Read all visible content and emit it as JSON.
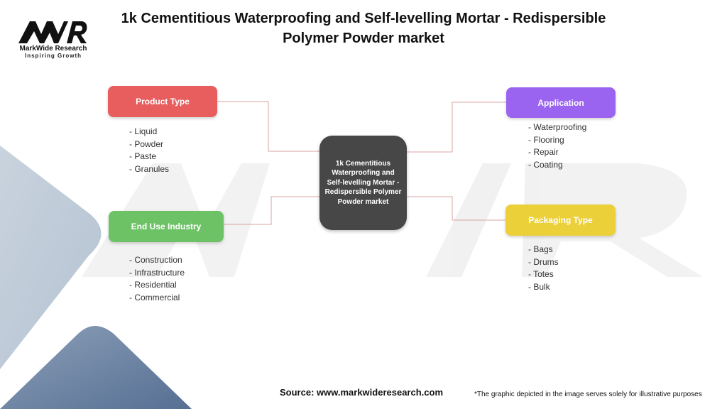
{
  "brand": {
    "logo_mark": "MWR",
    "name": "MarkWide Research",
    "tagline": "Inspiring Growth"
  },
  "title": "1k Cementitious Waterproofing and Self-levelling Mortar - Redispersible Polymer Powder market",
  "center": {
    "label": "1k Cementitious Waterproofing and Self-levelling Mortar - Redispersible Polymer Powder market",
    "color": "#474747"
  },
  "categories": [
    {
      "label": "Product Type",
      "color": "#E85D5D",
      "items": [
        "- Liquid",
        "- Powder",
        "- Paste",
        "- Granules"
      ]
    },
    {
      "label": "Application",
      "color": "#9B64F0",
      "items": [
        "- Waterproofing",
        "- Flooring",
        "- Repair",
        "- Coating"
      ]
    },
    {
      "label": "End Use Industry",
      "color": "#6CC265",
      "items": [
        "- Construction",
        "- Infrastructure",
        "- Residential",
        "- Commercial"
      ]
    },
    {
      "label": "Packaging Type",
      "color": "#ECD03A",
      "items": [
        "- Bags",
        "- Drums",
        "- Totes",
        "- Bulk"
      ]
    }
  ],
  "connector_color": "#D9A3A3",
  "footer": {
    "source": "Source: www.markwideresearch.com",
    "disclaimer": "*The graphic depicted in the image serves solely for illustrative purposes"
  }
}
